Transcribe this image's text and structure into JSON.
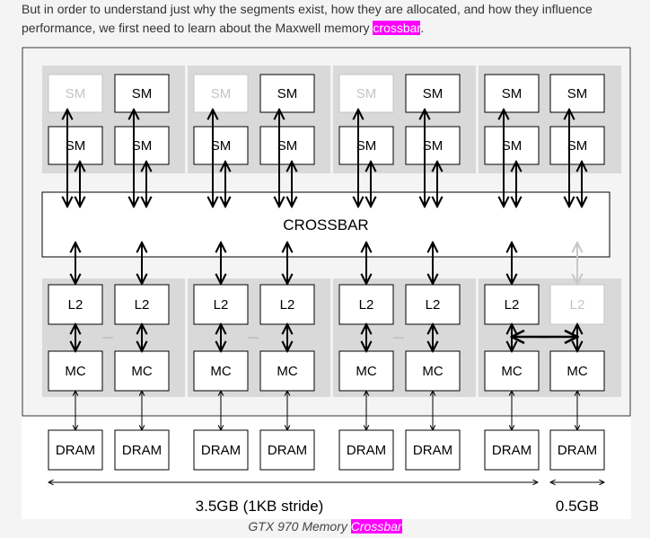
{
  "intro": {
    "text_before": "But in order to understand just why the segments exist, how they are allocated, and how they influence performance, we first need to learn about the Maxwell memory ",
    "highlight": "crossbar",
    "text_after": "."
  },
  "diagram": {
    "crossbar_label": "CROSSBAR",
    "sm_label": "SM",
    "l2_label": "L2",
    "mc_label": "MC",
    "dram_label": "DRAM",
    "segment_large": "3.5GB (1KB stride)",
    "segment_small": "0.5GB",
    "disabled_sm_top": [
      true,
      false,
      true,
      false,
      true,
      false,
      false,
      false
    ],
    "disabled_l2": [
      false,
      false,
      false,
      false,
      false,
      false,
      false,
      true
    ],
    "colors": {
      "panel": "#d9d9d9",
      "disabled": "#cfcfcf",
      "line": "#000000",
      "faded_arrow": "#c8c8c8"
    }
  },
  "caption": {
    "text_before": "GTX 970 Memory ",
    "highlight": "Crossbar"
  }
}
